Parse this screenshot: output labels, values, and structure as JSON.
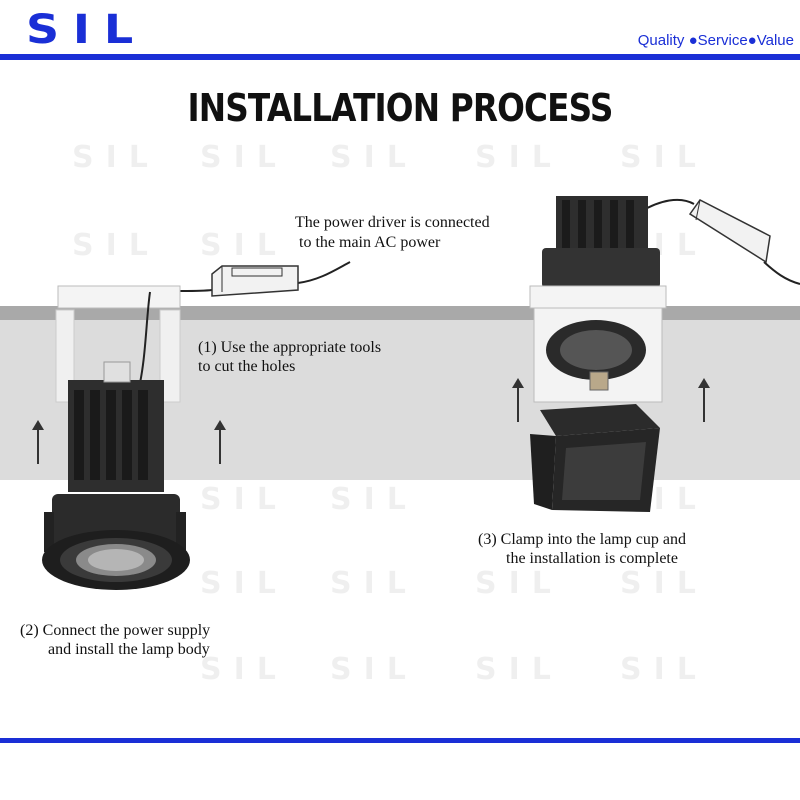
{
  "header": {
    "logo_text": "SIL",
    "tagline": "Quality ●Service●Value",
    "brand_color": "#1a2fd6"
  },
  "title": "INSTALLATION PROCESS",
  "watermark": "SIL",
  "captions": {
    "driver_line1": "The power driver is connected",
    "driver_line2": "to the main AC power",
    "step1_line1": "(1) Use the appropriate tools",
    "step1_line2": "to cut the holes",
    "step2_line1": "(2) Connect the power supply",
    "step2_line2": "and install the lamp body",
    "step3_line1": "(3) Clamp into the lamp cup and",
    "step3_line2": "the installation is complete"
  },
  "colors": {
    "ceiling": "#dcdcdc",
    "ceiling_edge": "#a9a9a9",
    "lamp_body": "#2b2b2b"
  }
}
